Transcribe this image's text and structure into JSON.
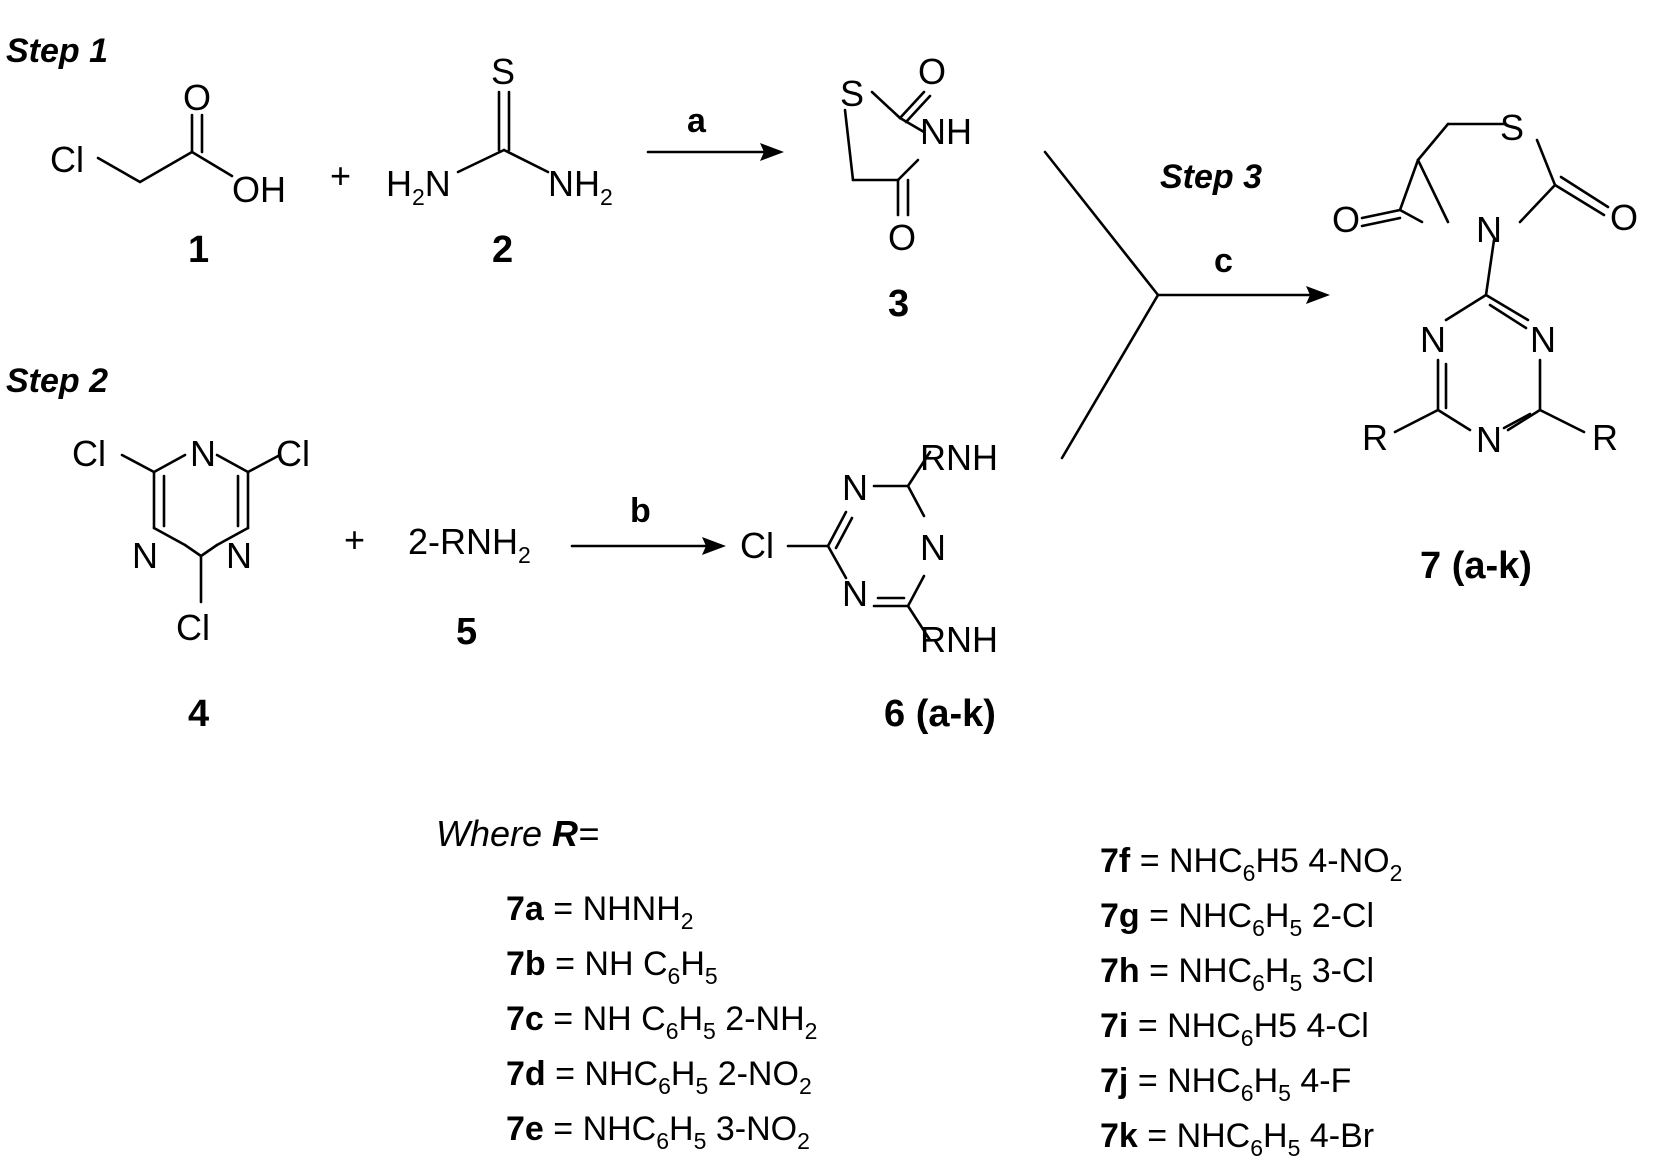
{
  "steps": {
    "step1": "Step 1",
    "step2": "Step 2",
    "step3": "Step 3"
  },
  "reagents": {
    "a": "a",
    "b": "b",
    "c": "c"
  },
  "plus": "+",
  "compounds": {
    "c1": {
      "label": "1",
      "cl": "Cl",
      "o": "O",
      "oh": "OH"
    },
    "c2": {
      "label": "2",
      "s": "S",
      "h": "H",
      "n": "N",
      "nh": "NH",
      "two": "2"
    },
    "c3": {
      "label": "3",
      "s": "S",
      "nh": "NH",
      "o": "O"
    },
    "c4": {
      "label": "4",
      "cl": "Cl",
      "n": "N"
    },
    "c5": {
      "label": "5",
      "text": "2-RNH",
      "two": "2"
    },
    "c6": {
      "label": "6 (a-k)",
      "cl": "Cl",
      "n": "N",
      "rnh": "RNH"
    },
    "c7": {
      "label": "7 (a-k)",
      "s": "S",
      "o": "O",
      "n": "N",
      "r": "R"
    }
  },
  "legend": {
    "where": "Where ",
    "r": "R",
    "eq": "=",
    "entries": [
      {
        "id": "7a",
        "parts": [
          "= NHNH",
          "2",
          ""
        ]
      },
      {
        "id": "7b",
        "parts": [
          "= NH C",
          "6",
          "H",
          "5",
          ""
        ]
      },
      {
        "id": "7c",
        "parts": [
          "= NH C",
          "6",
          "H",
          "5",
          " 2-NH",
          "2",
          ""
        ]
      },
      {
        "id": "7d",
        "parts": [
          "= NHC",
          "6",
          "H",
          "5",
          " 2-NO",
          "2",
          ""
        ]
      },
      {
        "id": "7e",
        "parts": [
          "= NHC",
          "6",
          "H",
          "5",
          " 3-NO",
          "2",
          ""
        ]
      },
      {
        "id": "7f",
        "parts": [
          "= NHC",
          "6",
          "H5 4-NO",
          "2",
          ""
        ]
      },
      {
        "id": "7g",
        "parts": [
          "= NHC",
          "6",
          "H",
          "5",
          " 2-Cl"
        ]
      },
      {
        "id": "7h",
        "parts": [
          "= NHC",
          "6",
          "H",
          "5",
          " 3-Cl"
        ]
      },
      {
        "id": "7i",
        "parts": [
          "= NHC",
          "6",
          "H5 4-Cl"
        ]
      },
      {
        "id": "7j",
        "parts": [
          "= NHC",
          "6",
          "H",
          "5",
          " 4-F"
        ]
      },
      {
        "id": "7k",
        "parts": [
          "= NHC",
          "6",
          "H",
          "5",
          " 4-Br"
        ]
      }
    ]
  }
}
